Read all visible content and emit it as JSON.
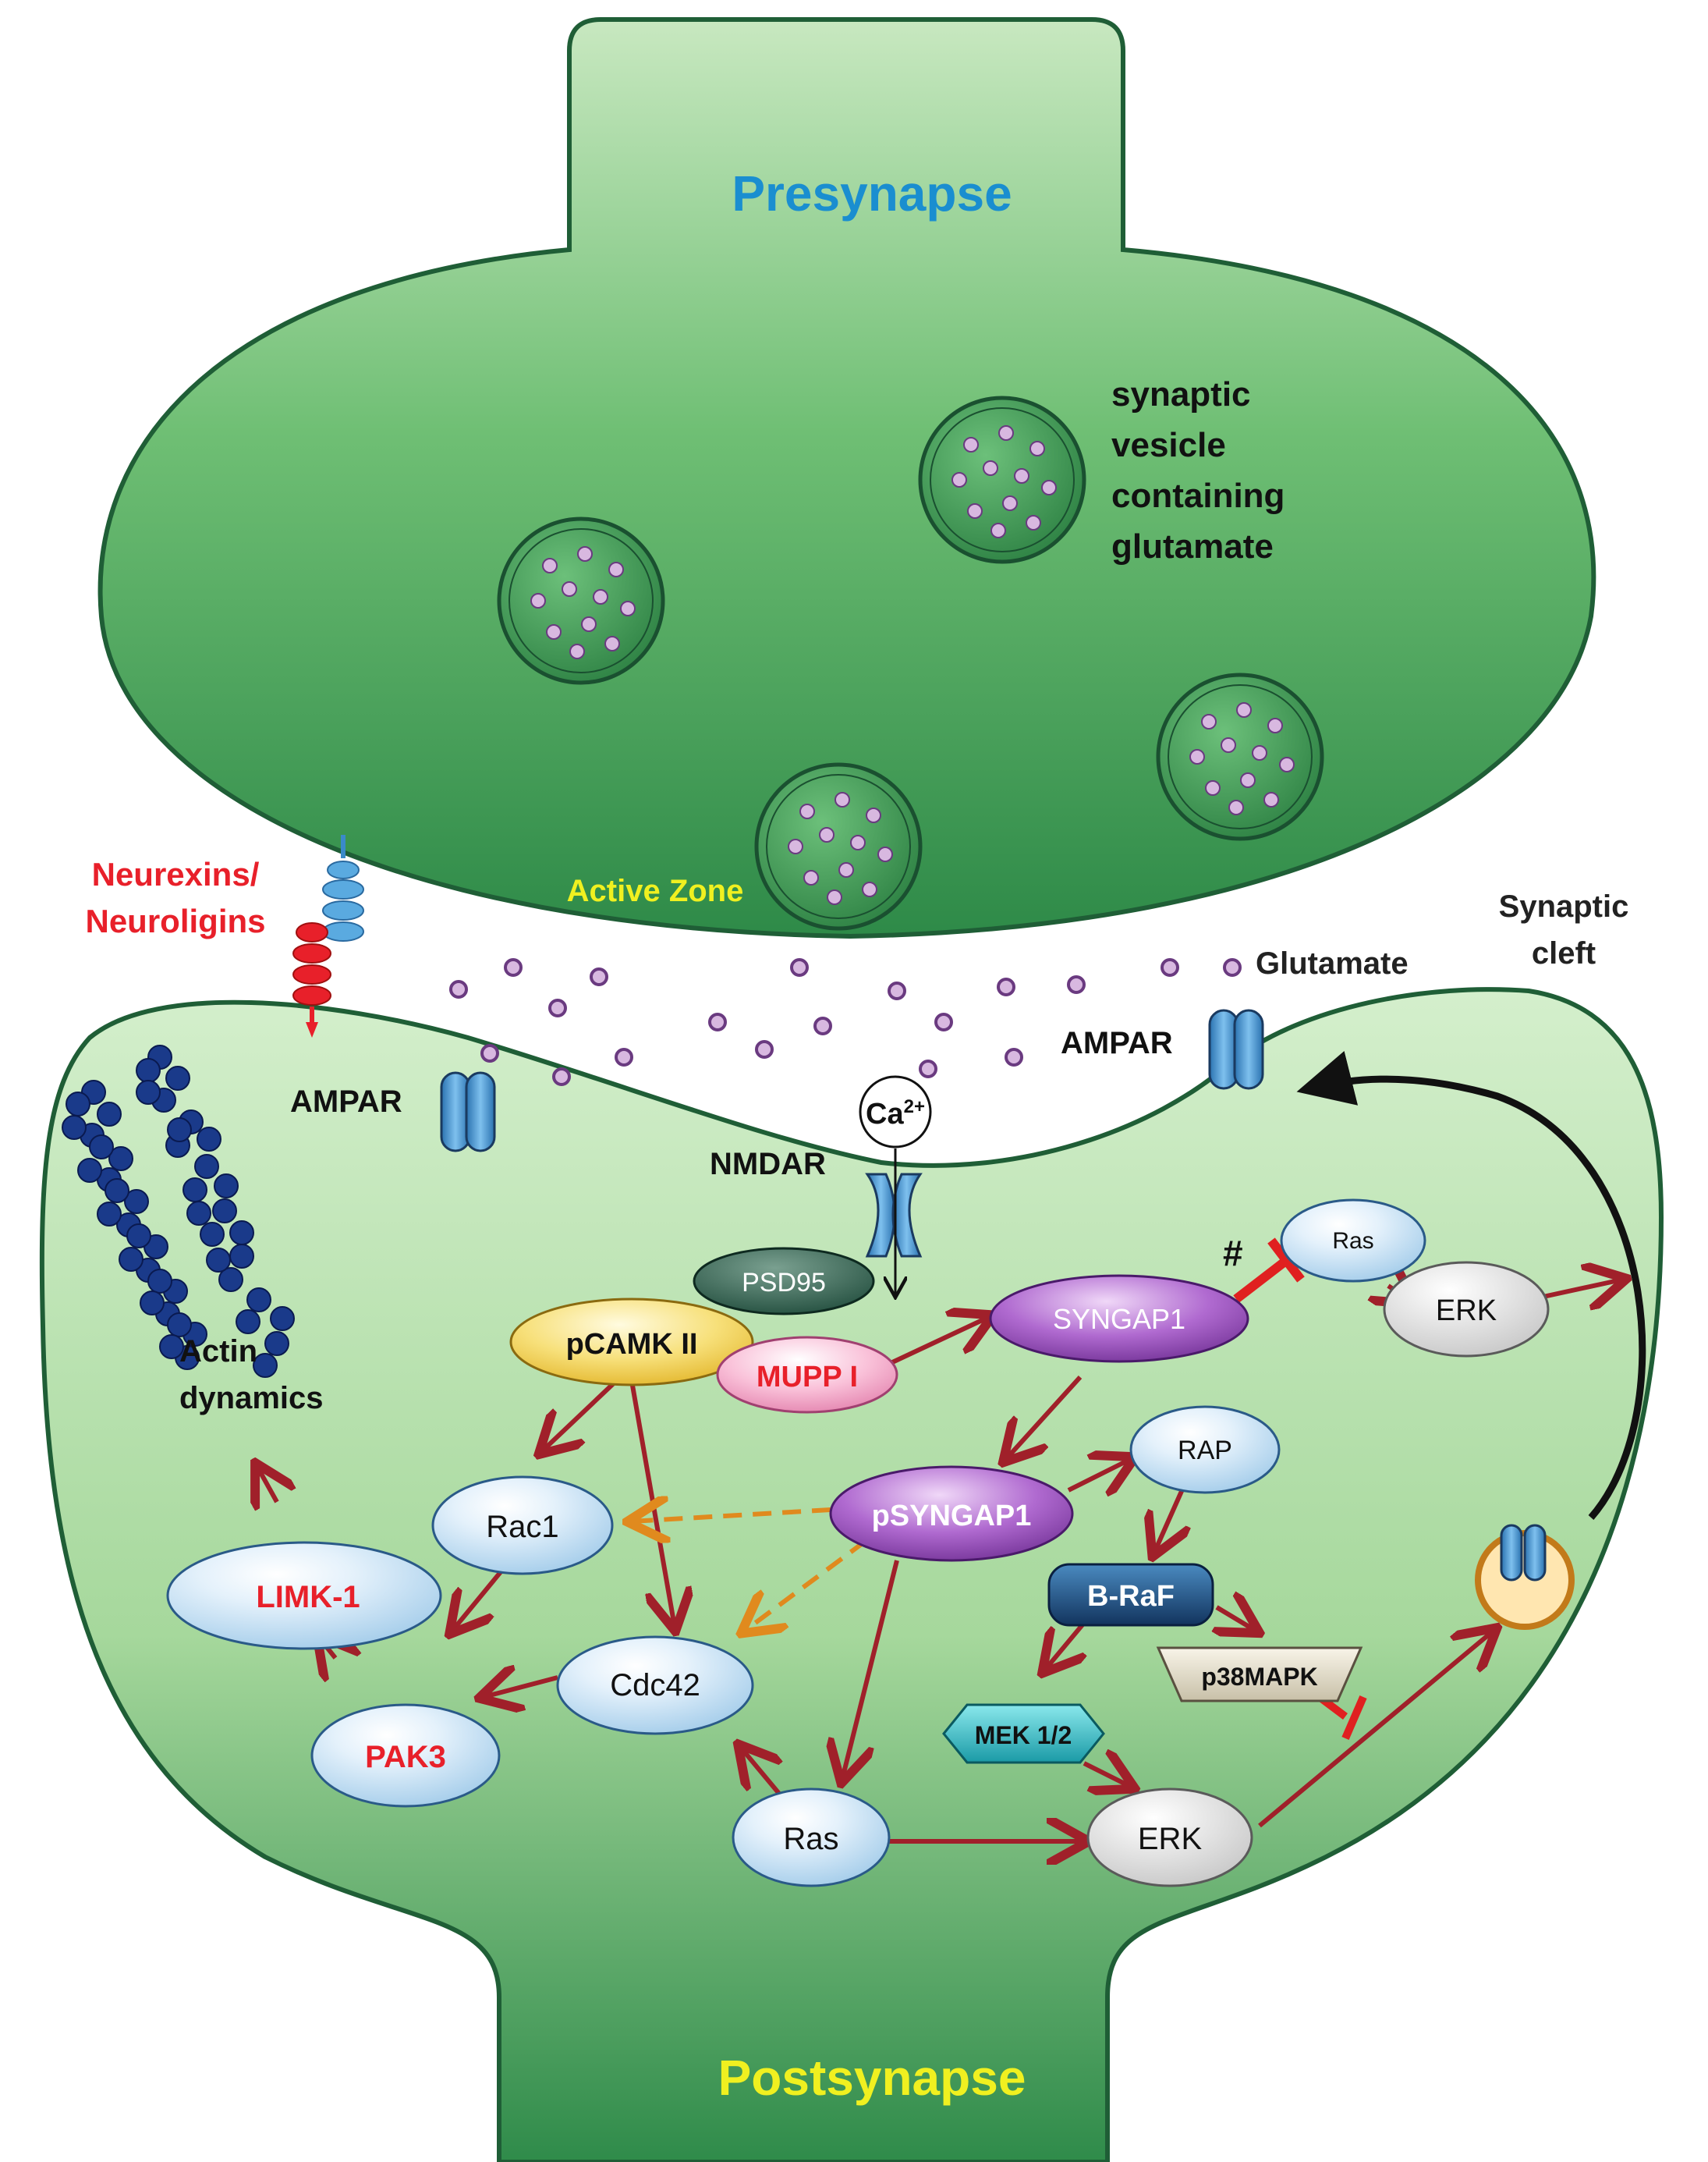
{
  "titles": {
    "presynapse": "Presynapse",
    "postsynapse": "Postsynapse",
    "active_zone": "Active Zone",
    "synaptic_cleft_line1": "Synaptic",
    "synaptic_cleft_line2": "cleft"
  },
  "labels": {
    "vesicle_line1": "synaptic",
    "vesicle_line2": "vesicle",
    "vesicle_line3": "containing",
    "vesicle_line4": "glutamate",
    "neurexin_line1": "Neurexins/",
    "neurexin_line2": "Neuroligins",
    "glutamate": "Glutamate",
    "ampar_left": "AMPAR",
    "ampar_right": "AMPAR",
    "nmdar": "NMDAR",
    "calcium": "Ca",
    "calcium_charge": "2+",
    "actin_line1": "Actin",
    "actin_line2": "dynamics",
    "hash": "#"
  },
  "nodes": {
    "psd95": "PSD95",
    "pcamk": "pCAMK II",
    "mupp": "MUPP I",
    "syngap1": "SYNGAP1",
    "psyngap1": "pSYNGAP1",
    "ras_top": "Ras",
    "erk_top": "ERK",
    "rap": "RAP",
    "braf": "B-RaF",
    "p38": "p38MAPK",
    "mek": "MEK 1/2",
    "erk_bottom": "ERK",
    "ras_bottom": "Ras",
    "rac1": "Rac1",
    "cdc42": "Cdc42",
    "limk1": "LIMK-1",
    "pak3": "PAK3"
  },
  "colors": {
    "arrow": "#a0202a",
    "dashed_arrow": "#e08a1e",
    "inhibit": "#e02020",
    "red_text": "#e8202a",
    "presynapse_title": "#1a8ed0",
    "yellow_text": "#f0f020",
    "vesicle_dot": "#d8b8e0",
    "actin": "#1a3a8a",
    "receptor": "#3a8ac8"
  }
}
